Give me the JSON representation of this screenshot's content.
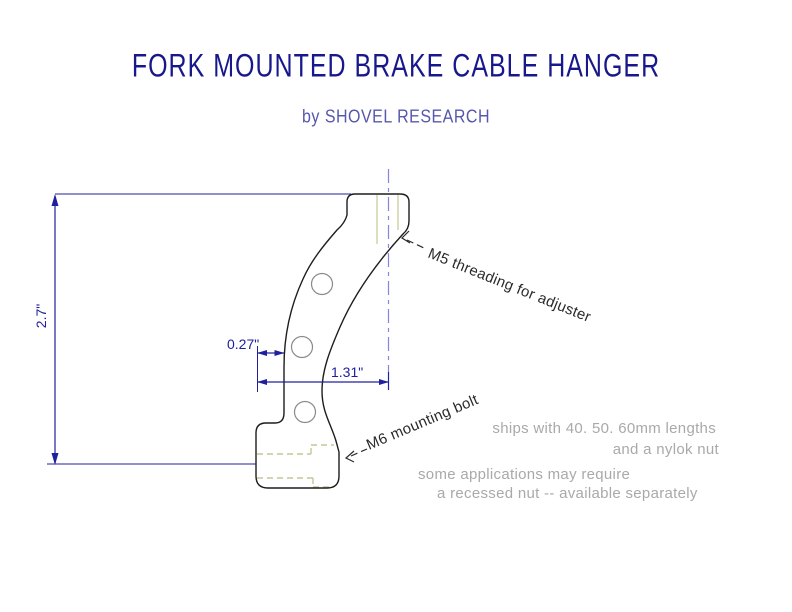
{
  "header": {
    "title": "FORK MOUNTED BRAKE CABLE HANGER",
    "subtitle": "by SHOVEL RESEARCH"
  },
  "drawing": {
    "dim_height": "2.7\"",
    "dim_offset": "0.27\"",
    "dim_width": "1.31\"",
    "callout_m5": "M5 threading for adjuster",
    "callout_m6": "M6 mounting bolt",
    "note_ships_1": "ships with 40. 50. 60mm lengths",
    "note_ships_2": "and a nylok nut",
    "note_apps_1": "some applications may require",
    "note_apps_2": "a recessed nut -- available separately",
    "colors": {
      "title_text": "#18188c",
      "subtitle_text": "#5757ac",
      "outline": "#1d1d1d",
      "dimension": "#20209e",
      "centerline": "#8585db",
      "hidden_line": "#c6c695",
      "hole_circle": "#8a8a8a",
      "note_text": "#a9a9a9",
      "callout_text": "#2a2a2a"
    }
  }
}
